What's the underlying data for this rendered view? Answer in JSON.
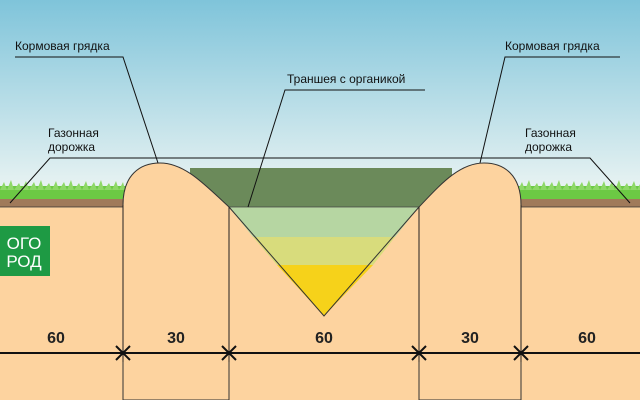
{
  "labels": {
    "bed_left": "Кормовая грядка",
    "bed_right": "Кормовая грядка",
    "trench": "Траншея с органикой",
    "path_left_1": "Газонная",
    "path_left_2": "дорожка",
    "path_right_1": "Газонная",
    "path_right_2": "дорожка"
  },
  "dimensions": [
    "60",
    "30",
    "60",
    "30",
    "60"
  ],
  "logo": {
    "line1": "ОГО",
    "line2": "РОД"
  },
  "colors": {
    "soil": "#fdd39f",
    "grass": "#5fc23a",
    "turf": "#a07a5a",
    "organic_top": "#6b8a5a",
    "layer1": "#b6d6a2",
    "layer2": "#d8dc7c",
    "layer3": "#f6d21a",
    "logo": "#1e9a44"
  }
}
